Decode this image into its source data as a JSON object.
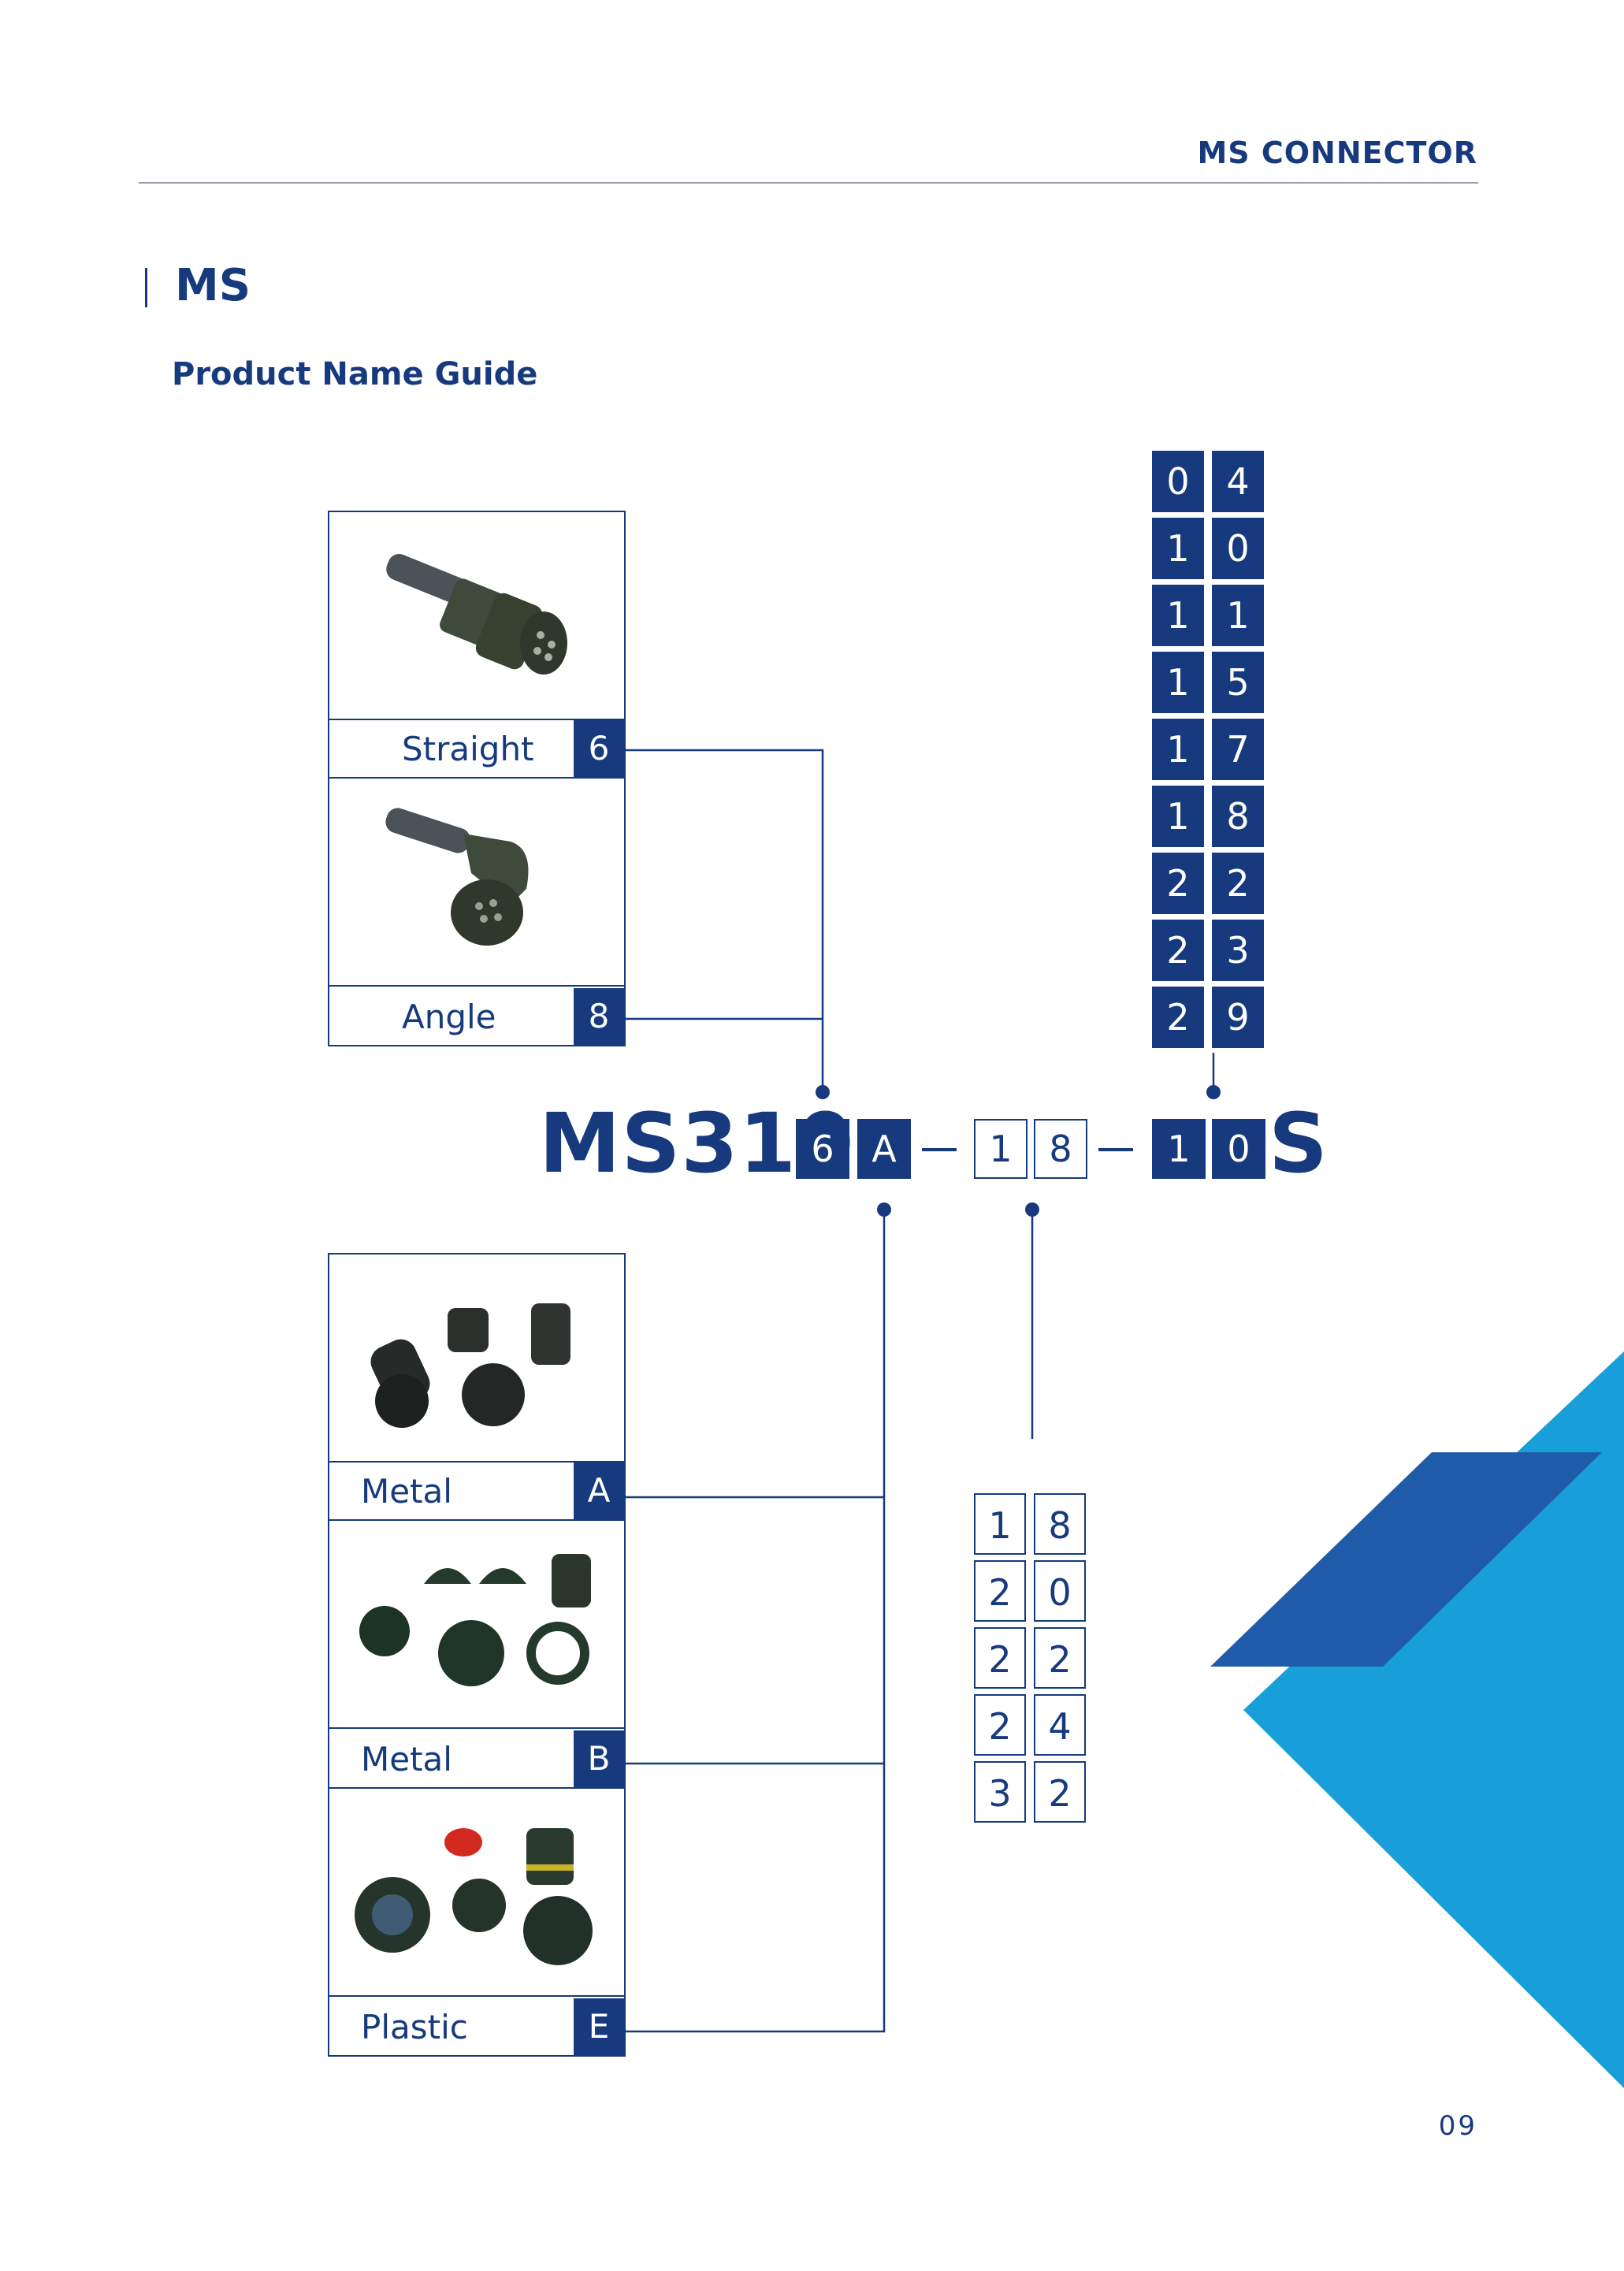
{
  "header": {
    "title": "MS CONNECTOR"
  },
  "section": {
    "title": "MS",
    "subtitle": "Product Name Guide"
  },
  "shell_types": [
    {
      "label": "Straight",
      "code": "6"
    },
    {
      "label": "Angle",
      "code": "8"
    }
  ],
  "materials": [
    {
      "label": "Metal",
      "code": "A"
    },
    {
      "label": "Metal",
      "code": "B"
    },
    {
      "label": "Plastic",
      "code": "E"
    }
  ],
  "model": {
    "prefix": "MS310",
    "shell_code": "6",
    "material_code": "A",
    "size_digits": [
      "1",
      "8"
    ],
    "insert_digits": [
      "1",
      "0"
    ],
    "suffix": "S"
  },
  "shell_sizes": [
    [
      "1",
      "8"
    ],
    [
      "2",
      "0"
    ],
    [
      "2",
      "2"
    ],
    [
      "2",
      "4"
    ],
    [
      "3",
      "2"
    ]
  ],
  "insert_codes": [
    [
      "0",
      "4"
    ],
    [
      "1",
      "0"
    ],
    [
      "1",
      "1"
    ],
    [
      "1",
      "5"
    ],
    [
      "1",
      "7"
    ],
    [
      "1",
      "8"
    ],
    [
      "2",
      "2"
    ],
    [
      "2",
      "3"
    ],
    [
      "2",
      "9"
    ]
  ],
  "colors": {
    "navy": "#163a7d",
    "blue_dark": "#1f5ba8",
    "blue_light": "#189fda"
  },
  "page_number": "09"
}
